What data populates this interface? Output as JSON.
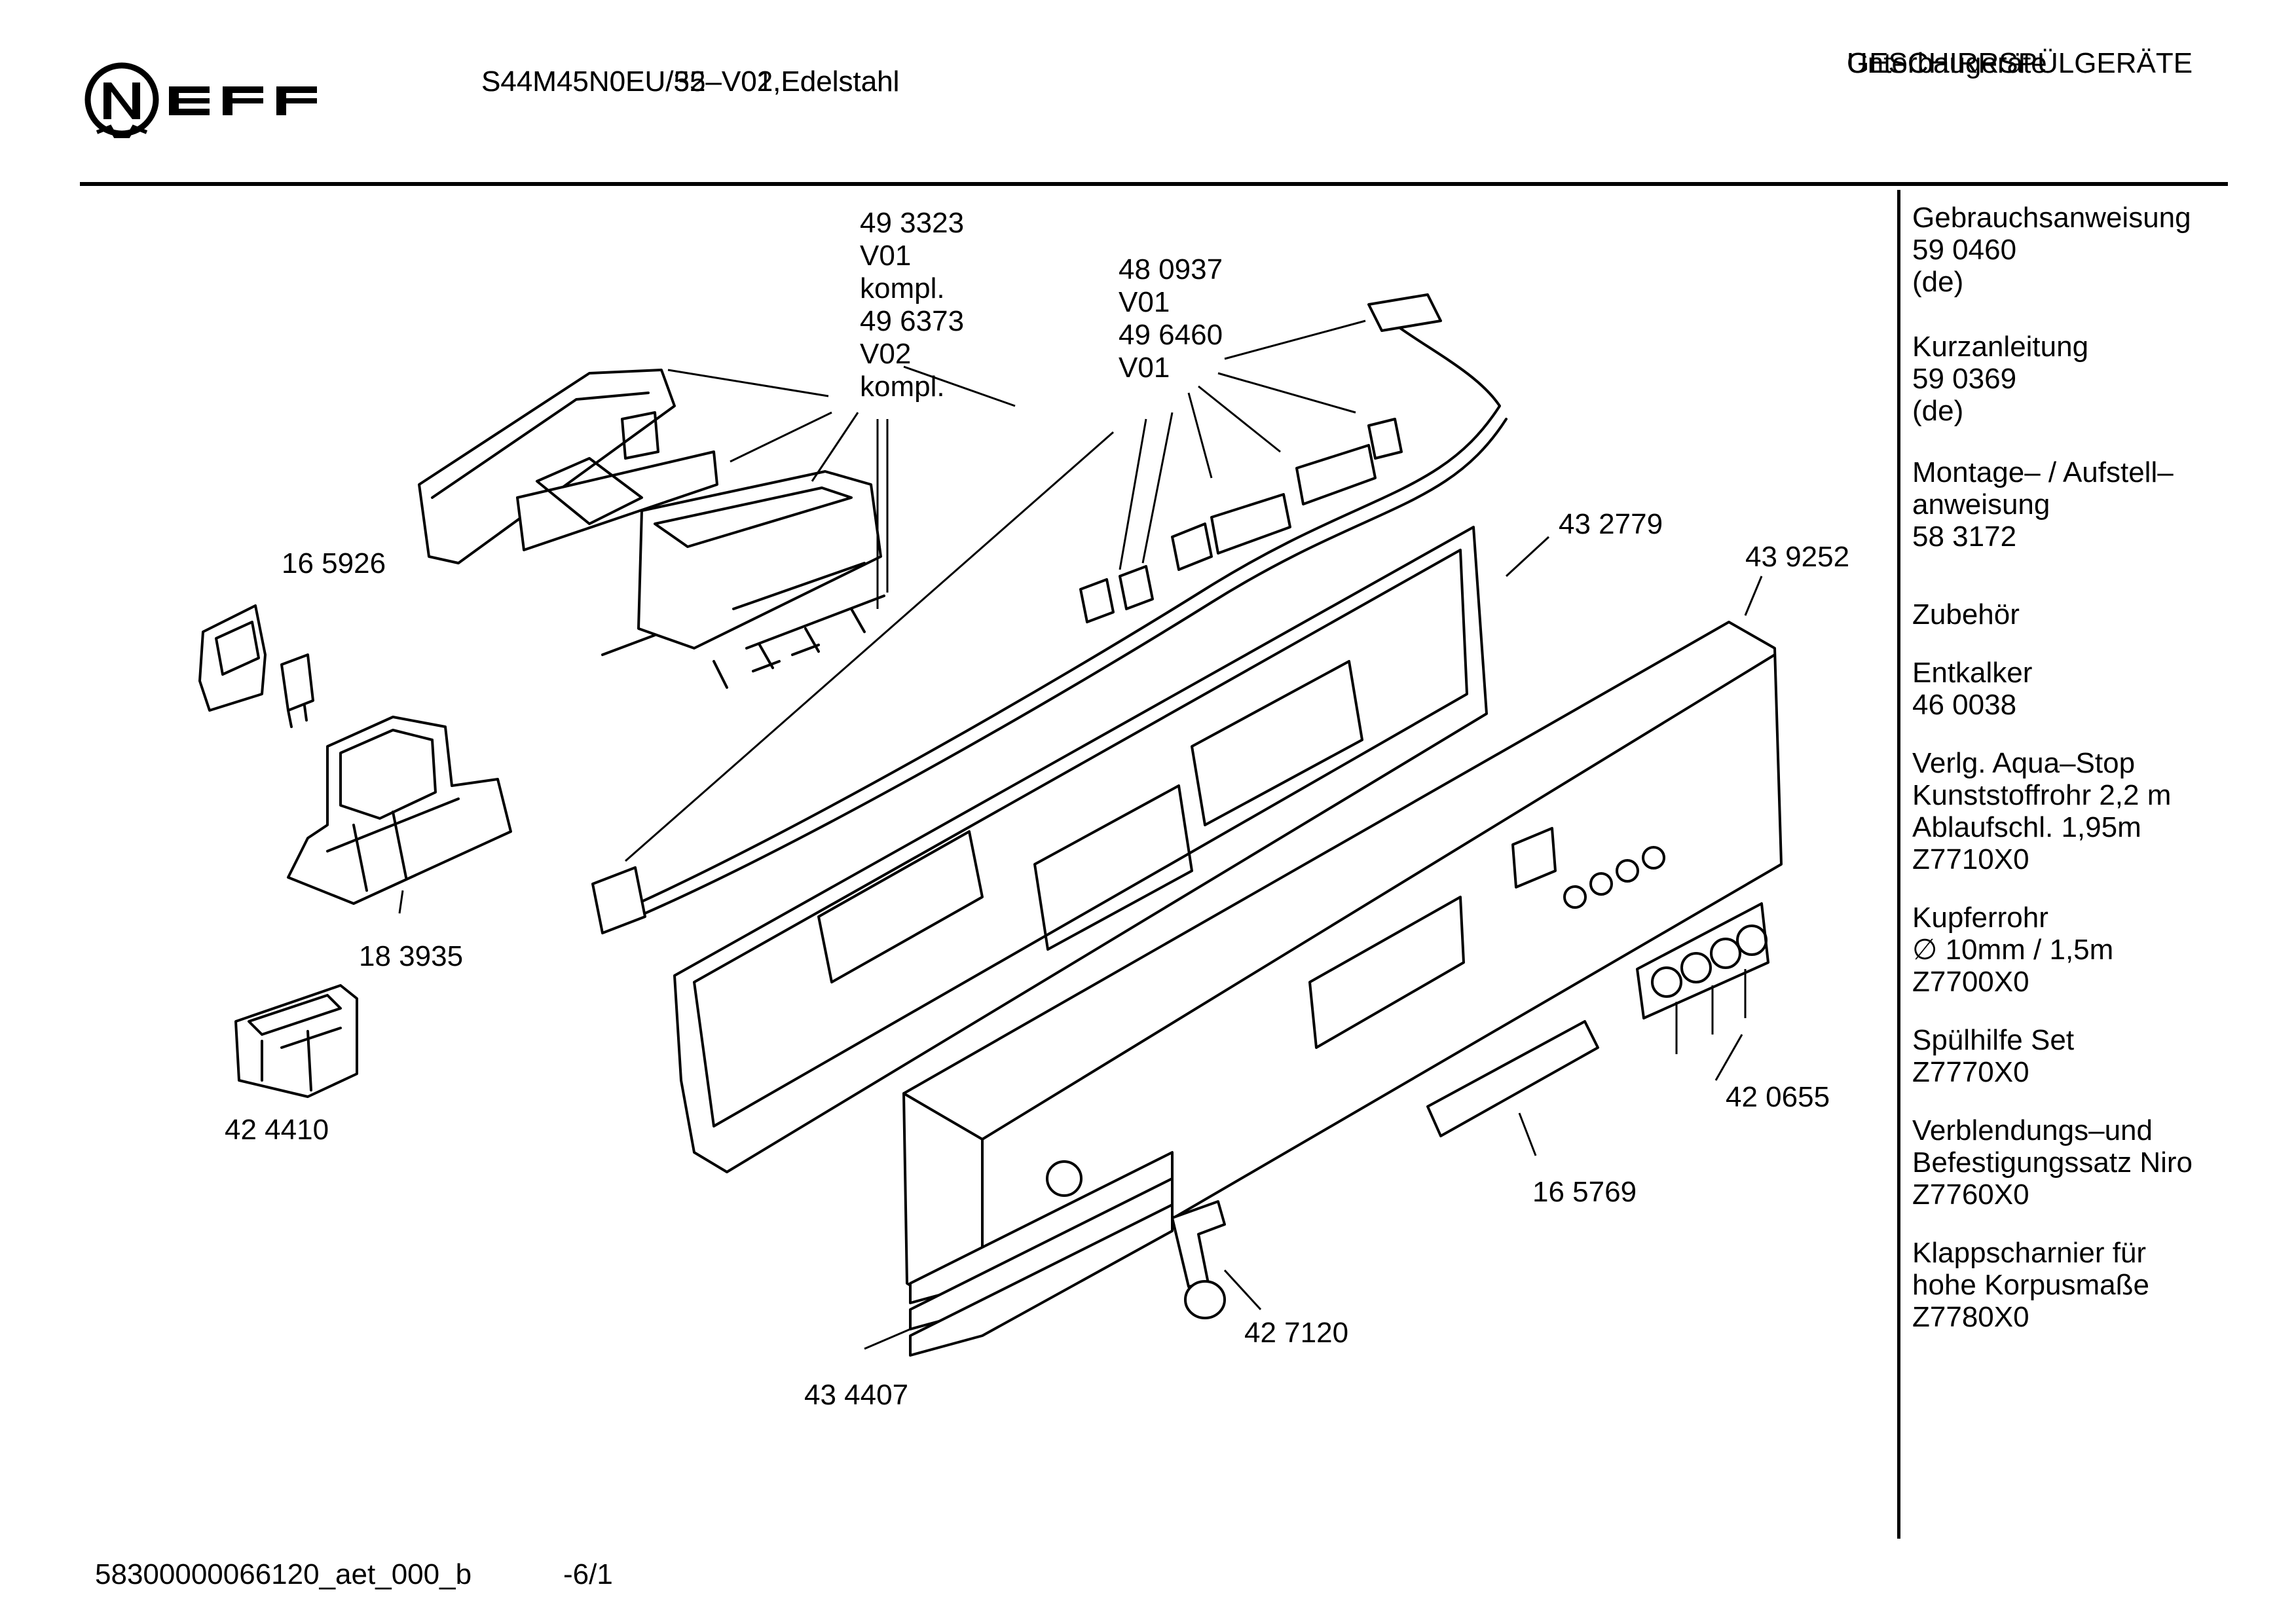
{
  "header": {
    "brand": "NEFF",
    "models": [
      "S44M45N0EU/35–V01,Edelstahl",
      "S44M45N0EU/52–V02,Edelstahl"
    ],
    "category": "GESCHIRRSPÜLGERÄTE",
    "subcategory": "Unterbaugeräte"
  },
  "labels": {
    "group_49": [
      "49 3323",
      "V01",
      "kompl.",
      "49 6373",
      "V02",
      "kompl."
    ],
    "group_48": [
      "48 0937",
      "V01",
      "49 6460",
      "V01"
    ],
    "p165926": "16 5926",
    "p183935": "18 3935",
    "p424410": "42 4410",
    "p432779": "43 2779",
    "p439252": "43 9252",
    "p420655": "42 0655",
    "p165769": "16 5769",
    "p427120": "42 7120",
    "p434407": "43 4407"
  },
  "sidebar": {
    "groups": [
      [
        "Gebrauchsanweisung",
        "59 0460",
        "(de)"
      ],
      [
        "Kurzanleitung",
        "59 0369",
        "(de)"
      ],
      [
        "Montage– / Aufstell–",
        "anweisung",
        "58 3172"
      ],
      [
        "Zubehör"
      ],
      [
        "Entkalker",
        "46 0038"
      ],
      [
        "Verlg. Aqua–Stop",
        "Kunststoffrohr 2,2 m",
        "Ablaufschl. 1,95m",
        "Z7710X0"
      ],
      [
        "Kupferrohr",
        "∅ 10mm / 1,5m",
        "Z7700X0"
      ],
      [
        "Spülhilfe Set",
        "Z7770X0"
      ],
      [
        "Verblendungs–und",
        "Befestigungssatz Niro",
        "Z7760X0"
      ],
      [
        "Klappscharnier für",
        "hohe Korpusmaße",
        "Z7780X0"
      ]
    ]
  },
  "footer": {
    "doc_id": "58300000066120_aet_000_b",
    "page": "-6/1"
  }
}
